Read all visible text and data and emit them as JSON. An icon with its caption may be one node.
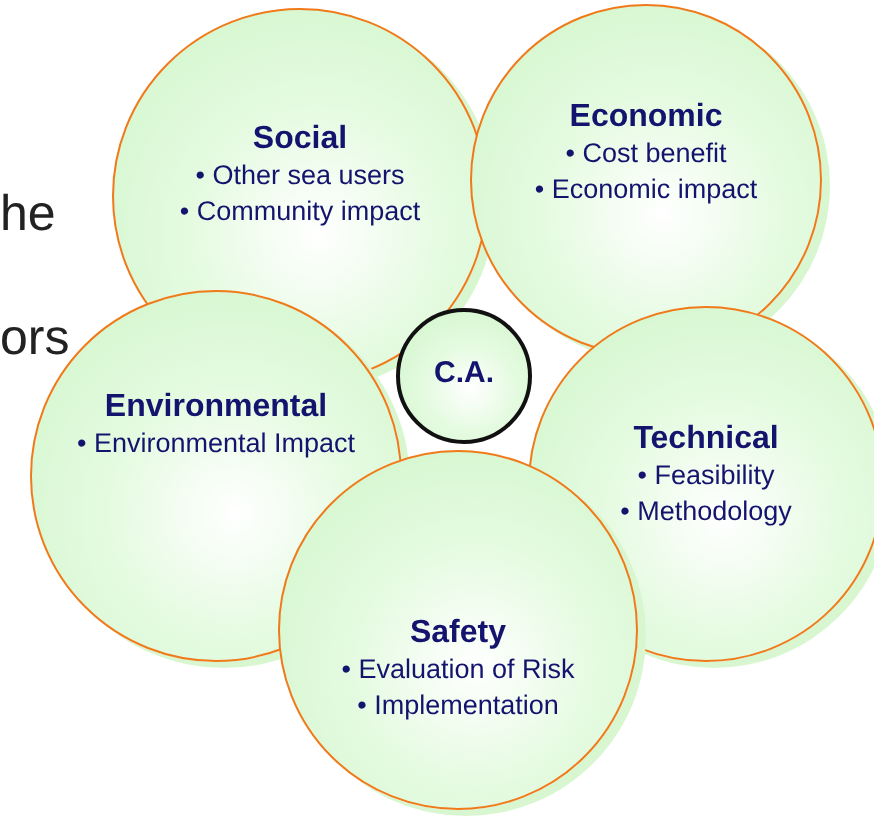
{
  "diagram": {
    "nodes": [
      {
        "text": [
          "Social",
          "• Other sea users",
          "• Community impact"
        ]
      },
      {
        "text": [
          "Economic",
          "• Cost benefit",
          "• Economic impact"
        ]
      },
      {
        "text": [
          "C.A."
        ]
      },
      {
        "text": [
          "Environmental",
          "• Environmental Impact"
        ]
      },
      {
        "text": [
          "Technical",
          "• Feasibility",
          "• Methodology"
        ]
      },
      {
        "text": [
          "Safety",
          "• Evaluation of Risk",
          "• Implementation"
        ]
      }
    ],
    "labels": [
      "he",
      "ors"
    ]
  }
}
